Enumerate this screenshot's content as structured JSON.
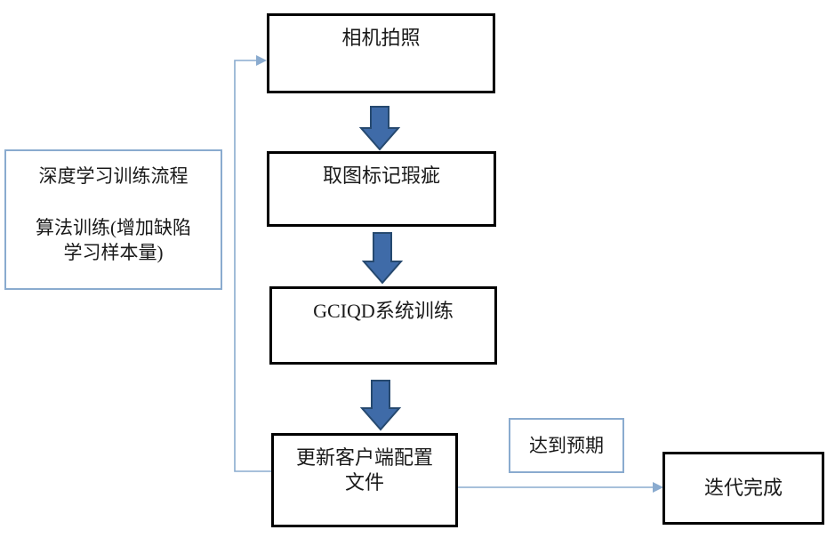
{
  "flowchart": {
    "camera_box": {
      "label": "相机拍照"
    },
    "mark_box": {
      "label": "取图标记瑕疵"
    },
    "train_box": {
      "label": "GCIQD系统训练"
    },
    "update_box": {
      "line1": "更新客户端配置",
      "line2": "文件"
    },
    "side_note_box": {
      "line1": "深度学习训练流程",
      "line2": "算法训练(增加缺陷",
      "line3": "学习样本量)"
    },
    "expect_box": {
      "label": "达到预期"
    },
    "done_box": {
      "label": "迭代完成"
    },
    "colors": {
      "flow_border": "#000000",
      "note_border": "#8aabcf",
      "block_arrow_fill": "#3f6ba8",
      "block_arrow_stroke": "#26496f",
      "connector": "#8aabcf",
      "text": "#1a1a1a",
      "background": "#ffffff"
    }
  }
}
